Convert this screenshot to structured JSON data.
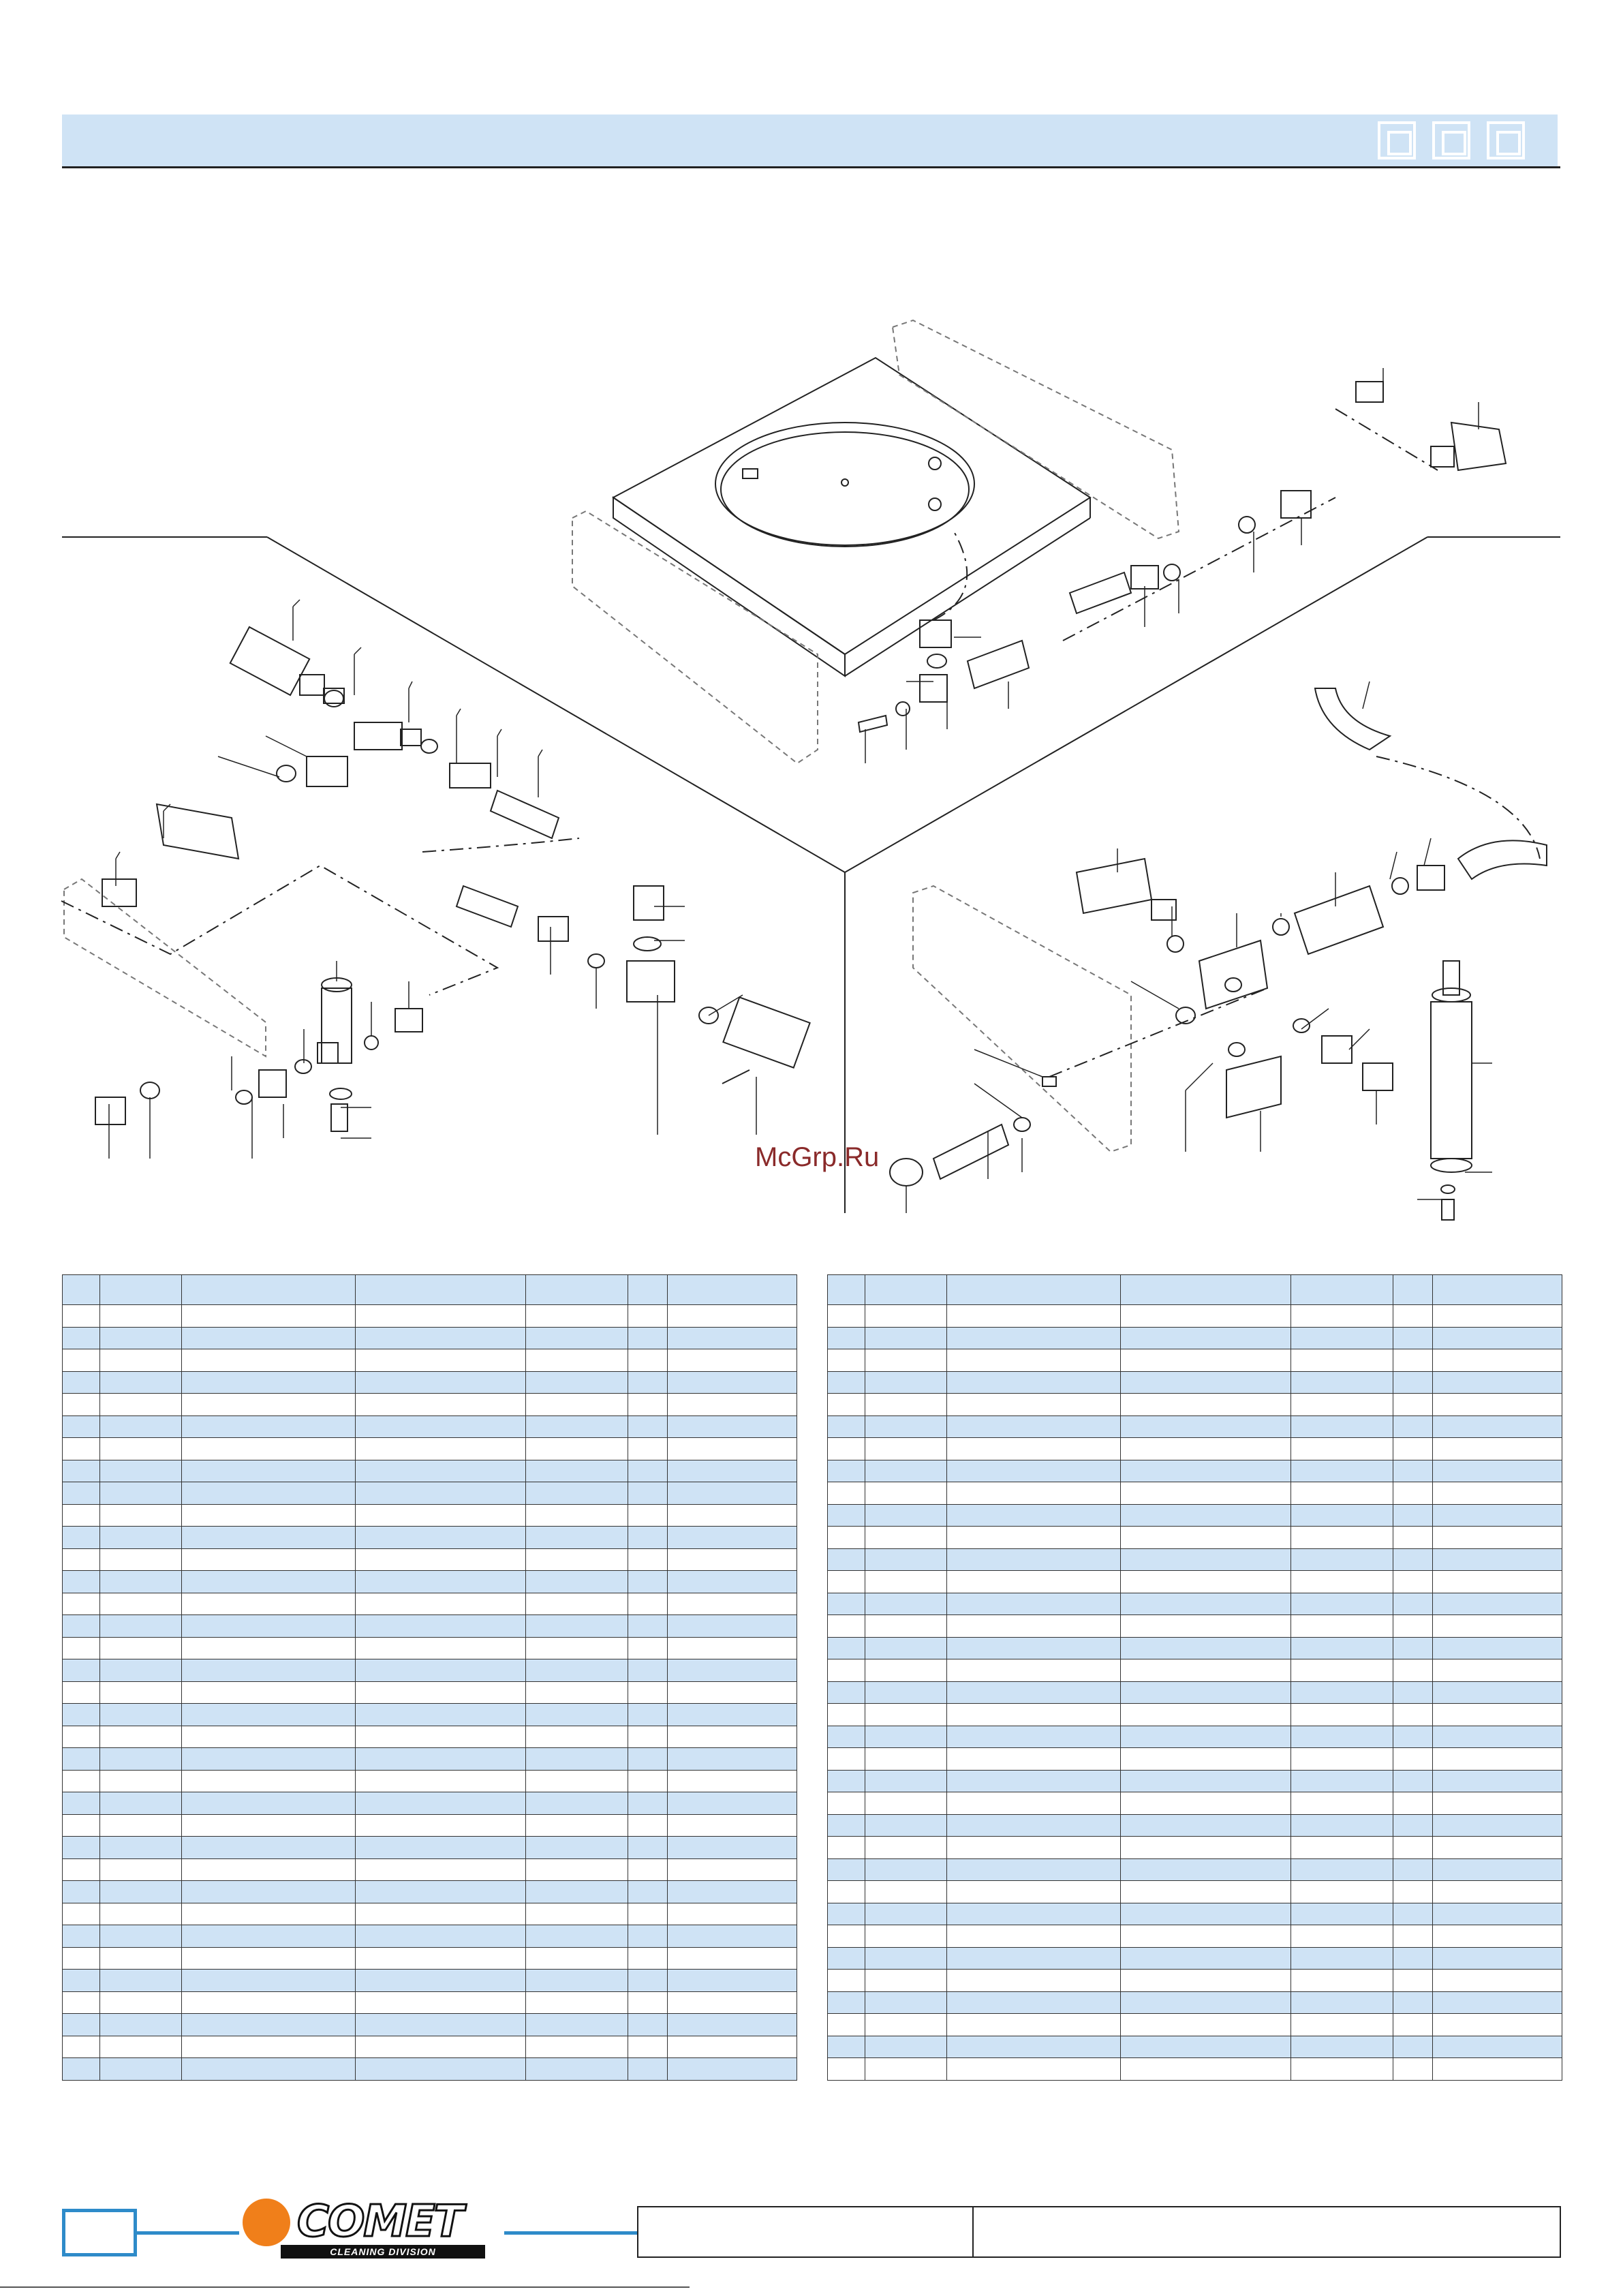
{
  "header": {
    "title": "",
    "box_count": 3
  },
  "watermark": {
    "text": "McGrp.Ru"
  },
  "logo": {
    "brand": "COMET",
    "division": "CLEANING DIVISION",
    "dot_color": "#f07f1a"
  },
  "colors": {
    "accent_blue": "#cfe3f5",
    "footer_blue": "#2e8bc9"
  },
  "tables": {
    "left": {
      "row_count": 35,
      "blue_rows": [
        1,
        3,
        5,
        7,
        8,
        10,
        12,
        14,
        16,
        18,
        20,
        22,
        24,
        26,
        28,
        30,
        32,
        34
      ]
    },
    "right": {
      "row_count": 35,
      "blue_rows": [
        1,
        3,
        5,
        7,
        9,
        11,
        13,
        15,
        17,
        19,
        21,
        23,
        25,
        27,
        29,
        31,
        33
      ]
    }
  }
}
